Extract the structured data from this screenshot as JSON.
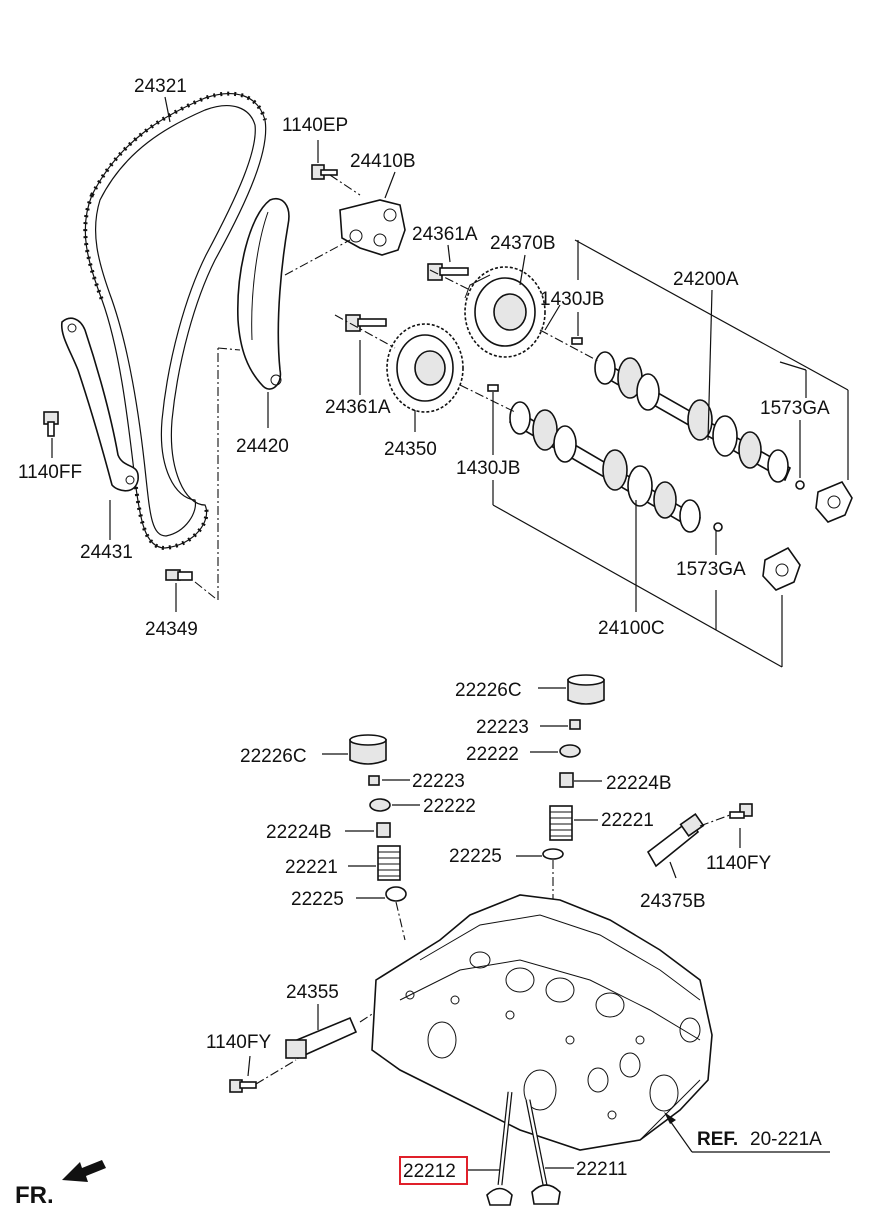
{
  "diagram": {
    "labels": {
      "l24321": "24321",
      "l1140EP": "1140EP",
      "l24410B": "24410B",
      "l24361A_top": "24361A",
      "l24370B": "24370B",
      "l24200A": "24200A",
      "l1430JB_top": "1430JB",
      "l1573GA_top": "1573GA",
      "l24361A_bot": "24361A",
      "l24350": "24350",
      "l24420": "24420",
      "l1430JB_bot": "1430JB",
      "l1140FF": "1140FF",
      "l24431": "24431",
      "l24349": "24349",
      "l1573GA_bot": "1573GA",
      "l24100C": "24100C",
      "l22226C_top": "22226C",
      "l22223_top": "22223",
      "l22222_top": "22222",
      "l22224B_top": "22224B",
      "l22221_top": "22221",
      "l22226C_left": "22226C",
      "l22223_left": "22223",
      "l22222_left": "22222",
      "l22224B_left": "22224B",
      "l22221_left": "22221",
      "l22225_right": "22225",
      "l22225_left": "22225",
      "l1140FY_right": "1140FY",
      "l24375B": "24375B",
      "l24355": "24355",
      "l1140FY_left": "1140FY",
      "ref_prefix": "REF.",
      "ref_value": "20-221A",
      "l22212": "22212",
      "l22211": "22211",
      "fr": "FR."
    },
    "highlight_color": "#e0202a"
  }
}
